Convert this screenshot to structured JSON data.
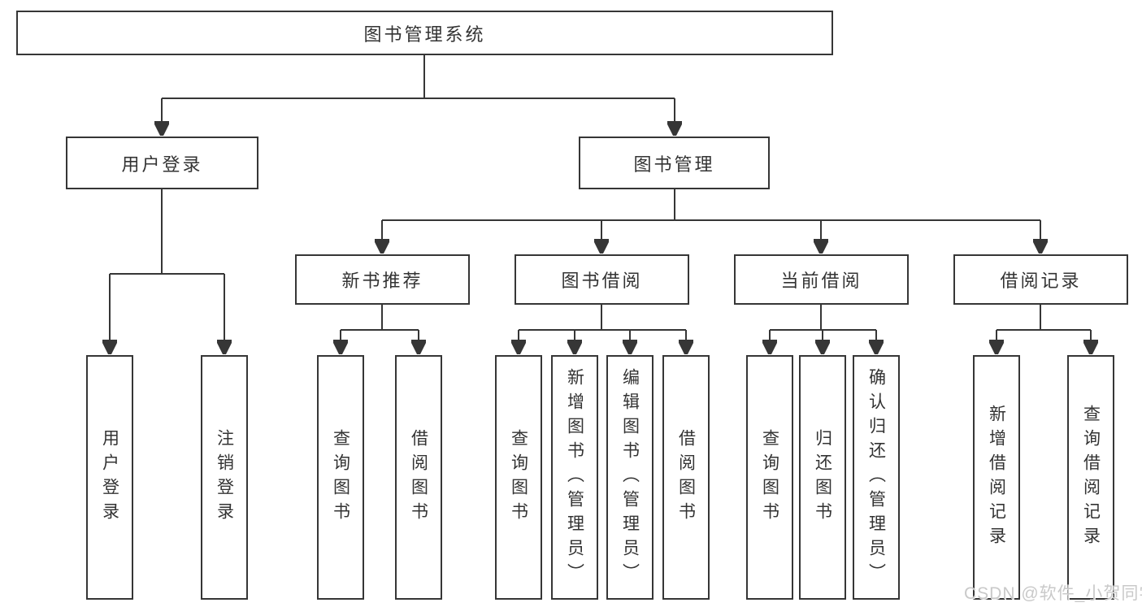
{
  "tree": {
    "root": {
      "label": "图书管理系统",
      "children": [
        {
          "label": "用户登录",
          "children": [
            {
              "label": "用户登录"
            },
            {
              "label": "注销登录"
            }
          ]
        },
        {
          "label": "图书管理",
          "children": [
            {
              "label": "新书推荐",
              "children": [
                {
                  "label": "查询图书"
                },
                {
                  "label": "借阅图书"
                }
              ]
            },
            {
              "label": "图书借阅",
              "children": [
                {
                  "label": "查询图书"
                },
                {
                  "label": "新增图书（管理员）"
                },
                {
                  "label": "编辑图书（管理员）"
                },
                {
                  "label": "借阅图书"
                }
              ]
            },
            {
              "label": "当前借阅",
              "children": [
                {
                  "label": "查询图书"
                },
                {
                  "label": "归还图书"
                },
                {
                  "label": "确认归还（管理员）"
                }
              ]
            },
            {
              "label": "借阅记录",
              "children": [
                {
                  "label": "新增借阅记录"
                },
                {
                  "label": "查询借阅记录"
                }
              ]
            }
          ]
        }
      ]
    }
  },
  "watermark": {
    "text": "CSDN @软件_小贺同学"
  },
  "colors": {
    "line": "#363636",
    "text": "#333333",
    "node_background": "#ffffff",
    "watermark": "#c9c9c9"
  }
}
